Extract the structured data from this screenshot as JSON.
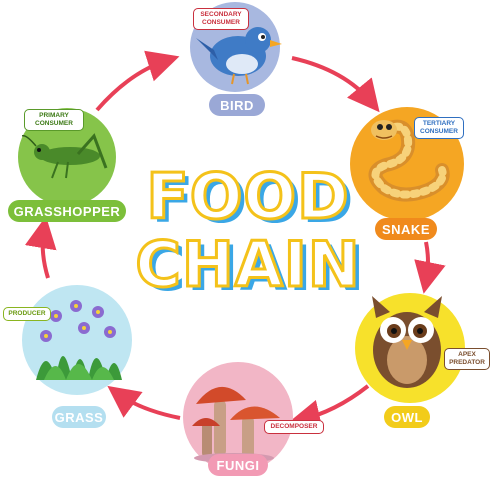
{
  "title": {
    "line1": "FOOD",
    "line2": "CHAIN"
  },
  "nodes": [
    {
      "name": "BIRD",
      "role": "SECONDARY CONSUMER",
      "icon": "bird-icon",
      "bg": "#a8b8e0",
      "label_color": "#9aa8d6"
    },
    {
      "name": "SNAKE",
      "role": "TERTIARY CONSUMER",
      "icon": "snake-icon",
      "bg": "#f5a623",
      "label_color": "#f08a1c"
    },
    {
      "name": "OWL",
      "role": "APEX PREDATOR",
      "icon": "owl-icon",
      "bg": "#f7e12b",
      "label_color": "#f2cc1a"
    },
    {
      "name": "FUNGI",
      "role": "DECOMPOSER",
      "icon": "mushroom-icon",
      "bg": "#f2b6c6",
      "label_color": "#f29ab4"
    },
    {
      "name": "GRASS",
      "role": "PRODUCER",
      "icon": "grass-flower-icon",
      "bg": "#bfe6f2",
      "label_color": "#b4dff0"
    },
    {
      "name": "GRASSHOPPER",
      "role": "PRIMARY CONSUMER",
      "icon": "grasshopper-icon",
      "bg": "#86c44a",
      "label_color": "#7cbf3a"
    }
  ],
  "colors": {
    "arrow": "#e84057",
    "title_fill": "#ffffff",
    "title_outline": "#f4c21a",
    "title_shadow": "#3aa7e6"
  }
}
